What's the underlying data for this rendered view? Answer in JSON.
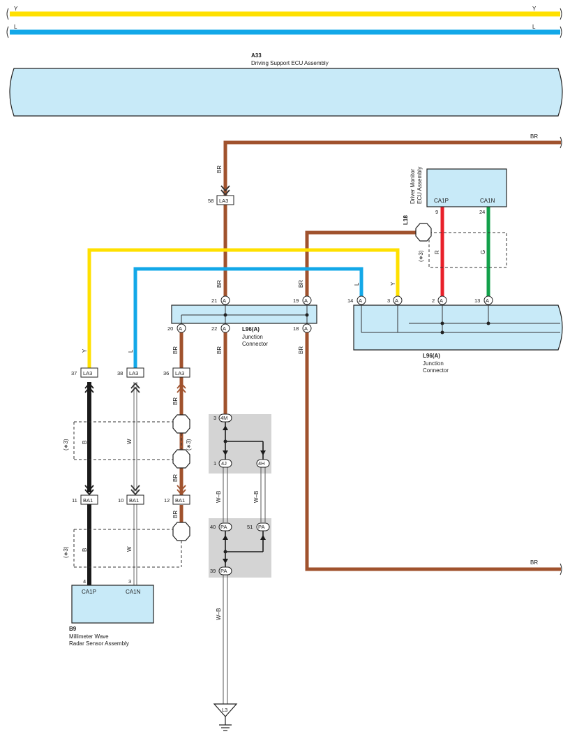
{
  "colors": {
    "wire_Y": "#ffe000",
    "wire_L": "#13a8e8",
    "wire_BR": "#a0522d",
    "wire_R": "#e8202a",
    "wire_G": "#12a04a",
    "wire_B": "#1a1a1a",
    "component_fill": "#c8eaf8",
    "splice_fill": "#d4d4d4"
  },
  "wires": {
    "Y": "Y",
    "L": "L",
    "BR": "BR",
    "R": "R",
    "G": "G",
    "B": "B",
    "W": "W",
    "WB": "W–B"
  },
  "components": {
    "a33": {
      "code": "A33",
      "name": "Driving Support ECU Assembly"
    },
    "l18": {
      "code": "L18",
      "name_line1": "Driver Monitor",
      "name_line2": "ECU Assembly",
      "pin_ca1p": "CA1P",
      "pin_ca1n": "CA1N"
    },
    "l96_left": {
      "code": "L96(A)",
      "name": "Junction",
      "name2": "Connector"
    },
    "l96_right": {
      "code": "L96(A)",
      "name": "Junction",
      "name2": "Connector"
    },
    "b9": {
      "code": "B9",
      "name_line1": "Millimeter Wave",
      "name_line2": "Radar Sensor Assembly",
      "pin_ca1p": "CA1P",
      "pin_ca1n": "CA1N"
    },
    "ground": {
      "code": "L3"
    }
  },
  "connectors": {
    "la3": "LA3",
    "ba1": "BA1",
    "a": "A",
    "m4": "4M",
    "j4": "4J",
    "h4": "4H",
    "pa": "PA"
  },
  "pins": {
    "p9": "9",
    "p24": "24",
    "p58": "58",
    "p21": "21",
    "p19": "19",
    "p14": "14",
    "p3": "3",
    "p2": "2",
    "p13": "13",
    "p20": "20",
    "p22": "22",
    "p18": "18",
    "p37": "37",
    "p38": "38",
    "p36": "36",
    "p11": "11",
    "p10": "10",
    "p12": "12",
    "p4": "4",
    "p3b": "3",
    "s3": "3",
    "s1": "1",
    "s40": "40",
    "s51": "51",
    "s39": "39"
  },
  "notes": {
    "star3": "(∗3)"
  }
}
